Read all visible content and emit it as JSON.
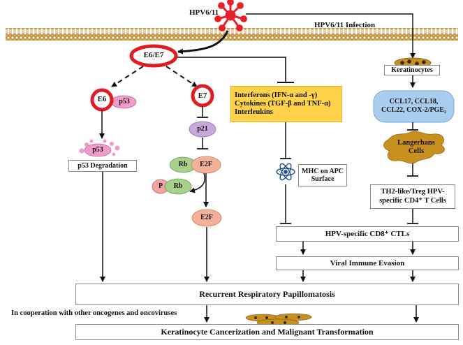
{
  "virus_label": "HPV6/11",
  "infection_label": "HPV6/11 Infection",
  "oncoproteins": {
    "e6e7": "E6/E7",
    "e6": "E6",
    "e7": "E7"
  },
  "proteins": {
    "p53": "p53",
    "p53_degraded": "p53",
    "p21": "p21",
    "rb": "Rb",
    "e2f": "E2F",
    "p": "P",
    "rb2": "Rb",
    "e2f_free": "E2F"
  },
  "boxes": {
    "p53_degradation": "p53 Degradation",
    "cytokines_line1": "Interferons (IFN-α and -γ)",
    "cytokines_line2": "Cytokines (TGF-β and TNF-α)",
    "cytokines_line3": "Interleukins",
    "mhc_line1": "MHC on APC",
    "mhc_line2": "Surface",
    "keratinocytes": "Keratinocytes",
    "chemokines_line1": "CCL17, CCL18,",
    "chemokines_line2": "CCL22, COX-2/PGE₂",
    "langerhans_line1": "Langerhans",
    "langerhans_line2": "Cells",
    "th2_line1": "TH2-like/Treg HPV-",
    "th2_line2": "specific CD4⁺ T Cells",
    "ctl": "HPV-specific CD8⁺ CTLs",
    "evasion": "Viral Immune Evasion",
    "rrp": "Recurrent Respiratory Papillomatosis",
    "cooperation": "In cooperation with other oncogenes and oncoviruses",
    "malignant": "Keratinocyte Cancerization and Malignant Transformation"
  },
  "colors": {
    "virus": "#e8202a",
    "e6e7_ring": "#e11b22",
    "p53": "#f29ac9",
    "p21": "#c9a9dd",
    "rb": "#a8d08d",
    "e2f": "#f4b19a",
    "cytokine_box": "#ffd24a",
    "chemokine_box": "#a9cdee",
    "langerhans": "#c8901f",
    "keratinocyte": "#7a5a2a",
    "membrane": "#d9a441"
  },
  "icons": {
    "virus": "virus-icon",
    "mhc": "atom-icon",
    "membrane": "cell-membrane"
  }
}
